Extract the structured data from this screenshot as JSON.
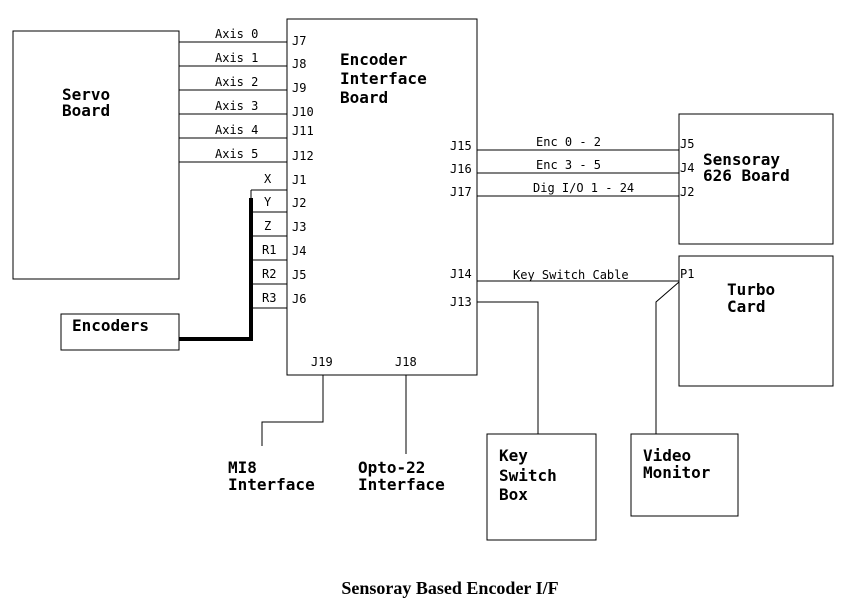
{
  "title": "Sensoray Based Encoder I/F",
  "boxes": {
    "servo": [
      "Servo",
      "Board"
    ],
    "encoder_if": [
      "Encoder",
      "Interface",
      "Board"
    ],
    "sensoray": [
      "Sensoray",
      "626 Board"
    ],
    "turbo": [
      "Turbo",
      "Card"
    ],
    "encoders": [
      "Encoders"
    ],
    "keyswitch": [
      "Key",
      "Switch",
      "Box"
    ],
    "video": [
      "Video",
      "Monitor"
    ],
    "mi8": [
      "MI8",
      "Interface"
    ],
    "opto": [
      "Opto-22",
      "Interface"
    ]
  },
  "left_connections": [
    {
      "signal": "Axis 0",
      "connector": "J7"
    },
    {
      "signal": "Axis 1",
      "connector": "J8"
    },
    {
      "signal": "Axis 2",
      "connector": "J9"
    },
    {
      "signal": "Axis 3",
      "connector": "J10"
    },
    {
      "signal": "Axis 4",
      "connector": "J11"
    },
    {
      "signal": "Axis 5",
      "connector": "J12"
    }
  ],
  "encoder_connections": [
    {
      "signal": "X",
      "connector": "J1"
    },
    {
      "signal": "Y",
      "connector": "J2"
    },
    {
      "signal": "Z",
      "connector": "J3"
    },
    {
      "signal": "R1",
      "connector": "J4"
    },
    {
      "signal": "R2",
      "connector": "J5"
    },
    {
      "signal": "R3",
      "connector": "J6"
    }
  ],
  "right_connections": [
    {
      "signal": "Enc 0 - 2",
      "from": "J15",
      "to": "J5"
    },
    {
      "signal": "Enc 3 - 5",
      "from": "J16",
      "to": "J4"
    },
    {
      "signal": "Dig I/O 1 - 24",
      "from": "J17",
      "to": "J2"
    },
    {
      "signal": "Key Switch Cable",
      "from": "J14",
      "to": "P1"
    }
  ],
  "other_connectors": {
    "keyswitch": "J13",
    "mi8": "J19",
    "opto": "J18"
  }
}
